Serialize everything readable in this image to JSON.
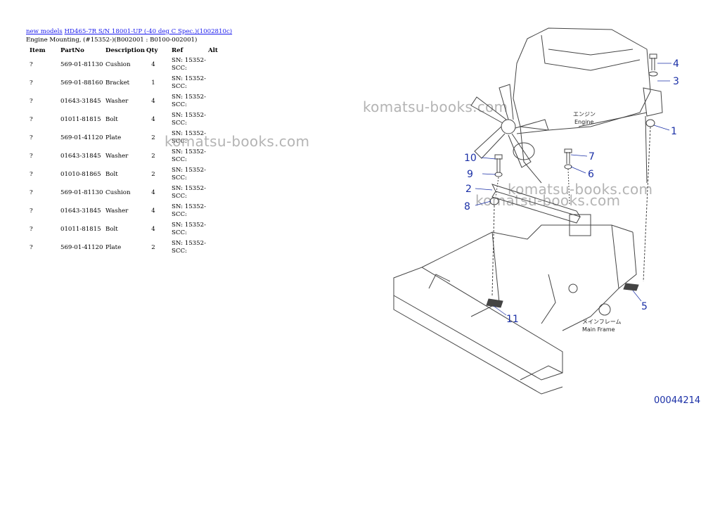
{
  "header": {
    "link_new_models": "new models",
    "link_model": "HD465-7R S/N 18001-UP (-40 deg C Spec.)(1002810c)",
    "subtitle": "Engine Mounting, (#15352-)(B002001 : B0100-002001)"
  },
  "table": {
    "columns": [
      "Item",
      "PartNo",
      "Description",
      "Qty",
      "Ref",
      "Alt"
    ],
    "rows": [
      {
        "item": "?",
        "part": "569-01-81130",
        "desc": "Cushion",
        "qty": "4",
        "ref": "SN: 15352-SCC:",
        "alt": ""
      },
      {
        "item": "?",
        "part": "569-01-88160",
        "desc": "Bracket",
        "qty": "1",
        "ref": "SN: 15352-SCC:",
        "alt": ""
      },
      {
        "item": "?",
        "part": "01643-31845",
        "desc": "Washer",
        "qty": "4",
        "ref": "SN: 15352-SCC:",
        "alt": ""
      },
      {
        "item": "?",
        "part": "01011-81815",
        "desc": "Bolt",
        "qty": "4",
        "ref": "SN: 15352-SCC:",
        "alt": ""
      },
      {
        "item": "?",
        "part": "569-01-41120",
        "desc": "Plate",
        "qty": "2",
        "ref": "SN: 15352-SCC:",
        "alt": ""
      },
      {
        "item": "?",
        "part": "01643-31845",
        "desc": "Washer",
        "qty": "2",
        "ref": "SN: 15352-SCC:",
        "alt": ""
      },
      {
        "item": "?",
        "part": "01010-81865",
        "desc": "Bolt",
        "qty": "2",
        "ref": "SN: 15352-SCC:",
        "alt": ""
      },
      {
        "item": "?",
        "part": "569-01-81130",
        "desc": "Cushion",
        "qty": "4",
        "ref": "SN: 15352-SCC:",
        "alt": ""
      },
      {
        "item": "?",
        "part": "01643-31845",
        "desc": "Washer",
        "qty": "4",
        "ref": "SN: 15352-SCC:",
        "alt": ""
      },
      {
        "item": "?",
        "part": "01011-81815",
        "desc": "Bolt",
        "qty": "4",
        "ref": "SN: 15352-SCC:",
        "alt": ""
      },
      {
        "item": "?",
        "part": "569-01-41120",
        "desc": "Plate",
        "qty": "2",
        "ref": "SN: 15352-SCC:",
        "alt": ""
      }
    ]
  },
  "watermarks": [
    "komatsu-books.com",
    "komatsu-books.com",
    "komatsu-books.com",
    "komatsu-books.com"
  ],
  "diagram": {
    "callouts": [
      "1",
      "2",
      "3",
      "4",
      "5",
      "6",
      "7",
      "8",
      "9",
      "10",
      "11"
    ],
    "label_engine_jp": "エンジン",
    "label_engine": "Engine",
    "label_frame_jp": "メインフレーム",
    "label_frame": "Main Frame",
    "figure_number": "00044214"
  },
  "colors": {
    "link": "#1a1aee",
    "callout": "#1a2fa6",
    "watermark": "#b4b4b4"
  }
}
